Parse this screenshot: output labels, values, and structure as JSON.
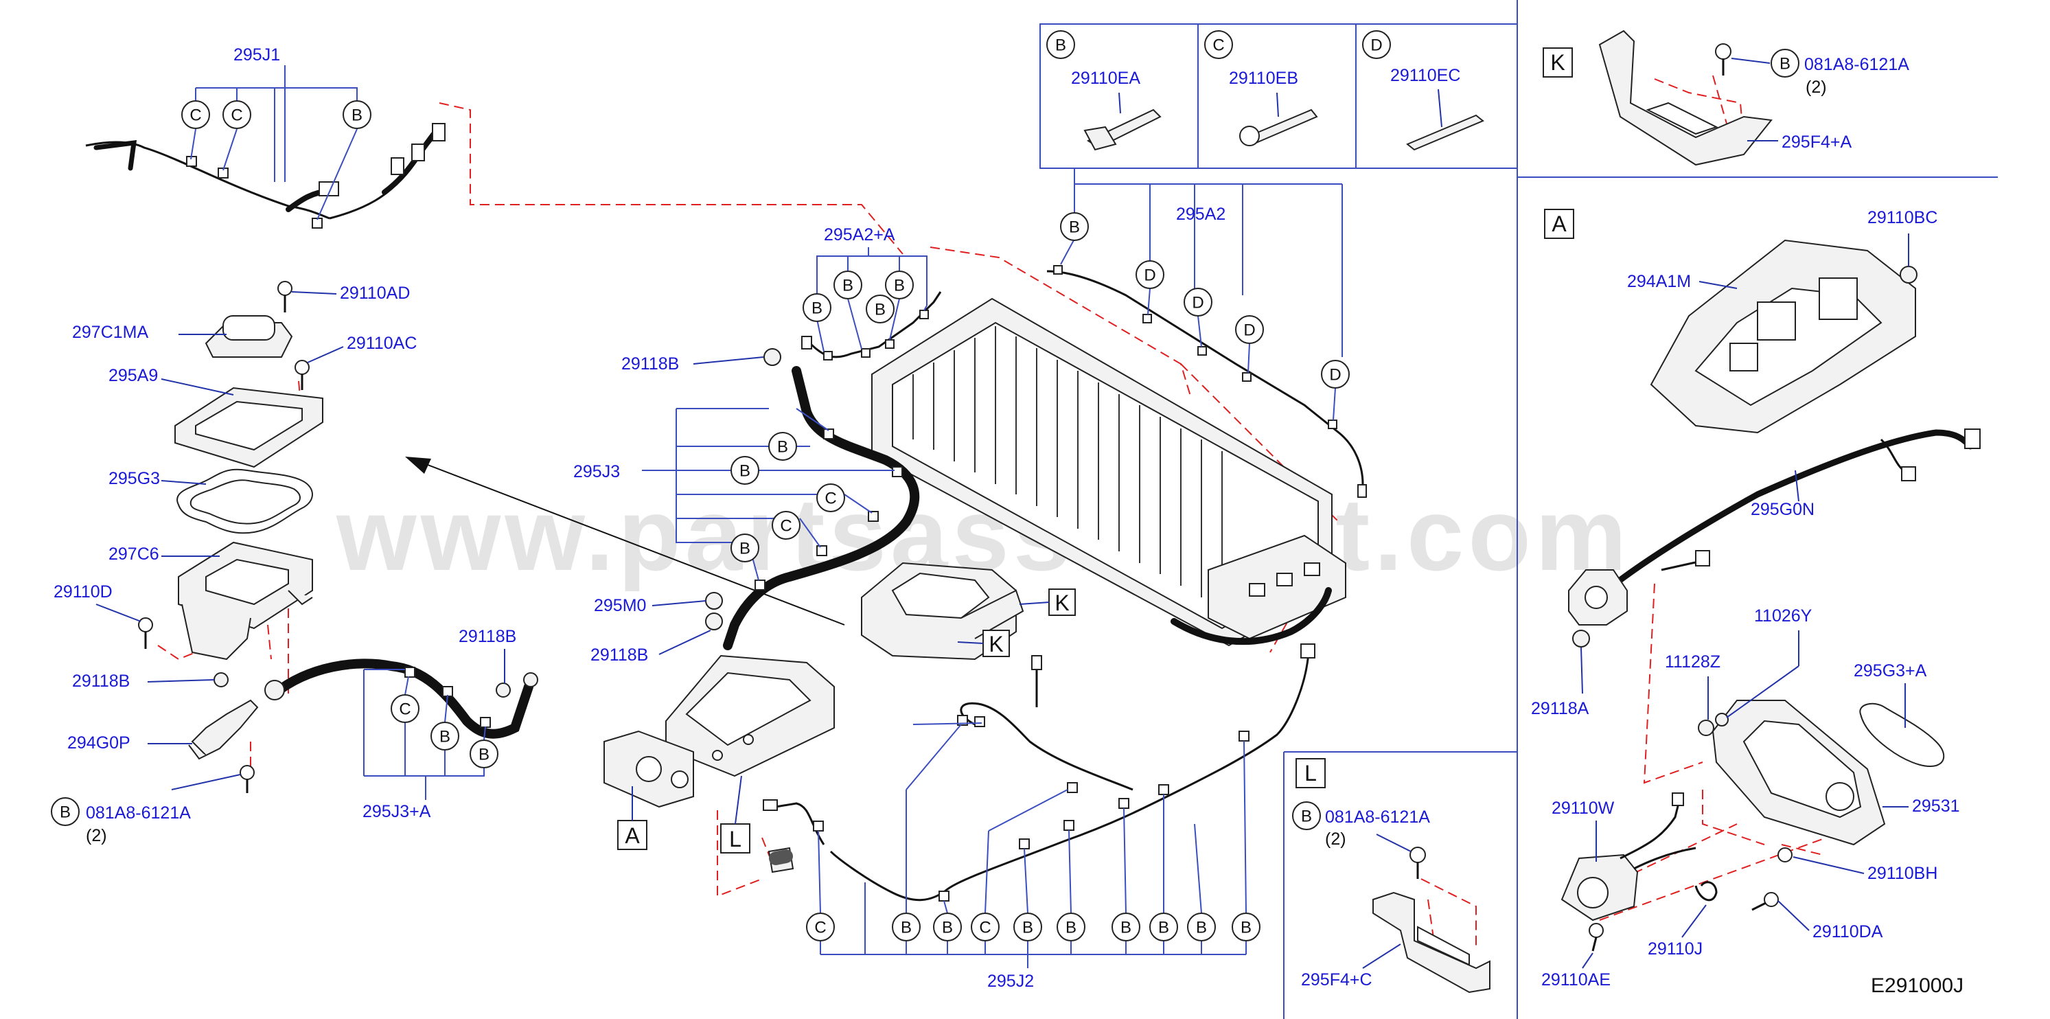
{
  "watermark": "www.partsassistant.com",
  "drawing_id": "E291000J",
  "part_labels": {
    "p295J1": "295J1",
    "p29110AD": "29110AD",
    "p297C1MA": "297C1MA",
    "p29110AC": "29110AC",
    "p295A9": "295A9",
    "p295G3": "295G3",
    "p297C6": "297C6",
    "p29110D": "29110D",
    "p29118B_a": "29118B",
    "p294G0P": "294G0P",
    "p081A8_a": "081A8-6121A",
    "qty2_a": "(2)",
    "p29118B_b": "29118B",
    "p295J3A": "295J3+A",
    "p295A2A": "295A2+A",
    "p29118B_c": "29118B",
    "p295J3": "295J3",
    "p295M0": "295M0",
    "p29118B_d": "29118B",
    "p295A2": "295A2",
    "p29110EA": "29110EA",
    "p29110EB": "29110EB",
    "p29110EC": "29110EC",
    "p081A8_k": "081A8-6121A",
    "qty2_k": "(2)",
    "p295F4A": "295F4+A",
    "p29110BC": "29110BC",
    "p294A1M": "294A1M",
    "p295G0N": "295G0N",
    "p29118A": "29118A",
    "p11026Y": "11026Y",
    "p11128Z": "11128Z",
    "p295G3A": "295G3+A",
    "p29110W": "29110W",
    "p29531": "29531",
    "p29110BH": "29110BH",
    "p29110J": "29110J",
    "p29110DA": "29110DA",
    "p29110AE": "29110AE",
    "p295J2": "295J2",
    "p081A8_l": "081A8-6121A",
    "qty2_l": "(2)",
    "p295F4C": "295F4+C"
  },
  "callout_letters": {
    "B": "B",
    "C": "C",
    "D": "D"
  },
  "view_letters": {
    "A": "A",
    "K": "K",
    "L": "L"
  }
}
